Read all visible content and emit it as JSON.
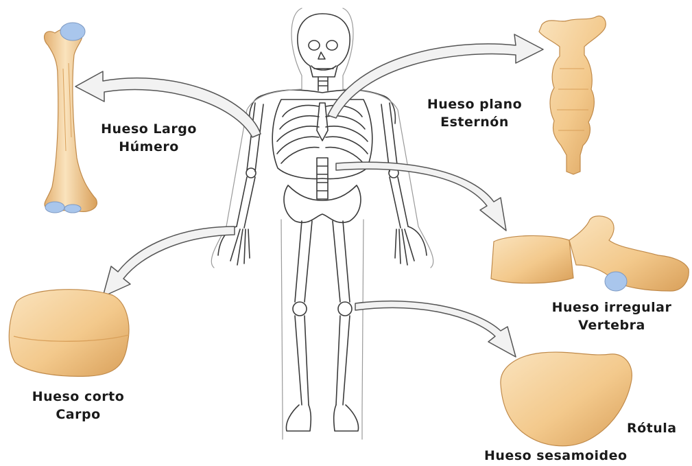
{
  "labels": {
    "humero_line1": "Hueso Largo",
    "humero_line2": "Húmero",
    "esternon_line1": "Hueso plano",
    "esternon_line2": "Esternón",
    "vertebra_line1": "Hueso irregular",
    "vertebra_line2": "Vertebra",
    "carpo_line1": "Hueso corto",
    "carpo_line2": "Carpo",
    "rotula": "Rótula",
    "sesamoideo": "Hueso sesamoideo"
  },
  "colors": {
    "bone_fill": "#f3c98c",
    "bone_shadow": "#d9a05a",
    "bone_highlight": "#fae3bd",
    "cartilage": "#a9c6ec",
    "arrow_fill": "#f2f2f2",
    "arrow_stroke": "#555555",
    "skeleton_line": "#3a3a3a"
  }
}
